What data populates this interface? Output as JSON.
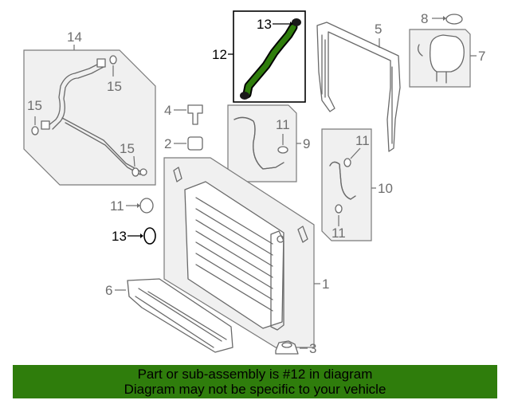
{
  "callouts": {
    "c1": "1",
    "c2": "2",
    "c3": "3",
    "c4": "4",
    "c5": "5",
    "c6": "6",
    "c7": "7",
    "c8": "8",
    "c9": "9",
    "c10": "10",
    "c11a": "11",
    "c11b": "11",
    "c11c": "11",
    "c11d": "11",
    "c12": "12",
    "c13a": "13",
    "c13b": "13",
    "c14": "14",
    "c15a": "15",
    "c15b": "15",
    "c15c": "15"
  },
  "highlight": {
    "part_number": "12",
    "color": "#2f7d0c"
  },
  "banner": {
    "line1": "Part or sub-assembly is #12 in diagram",
    "line2": "Diagram may not be specific to your vehicle",
    "background": "#2f7d0c"
  }
}
